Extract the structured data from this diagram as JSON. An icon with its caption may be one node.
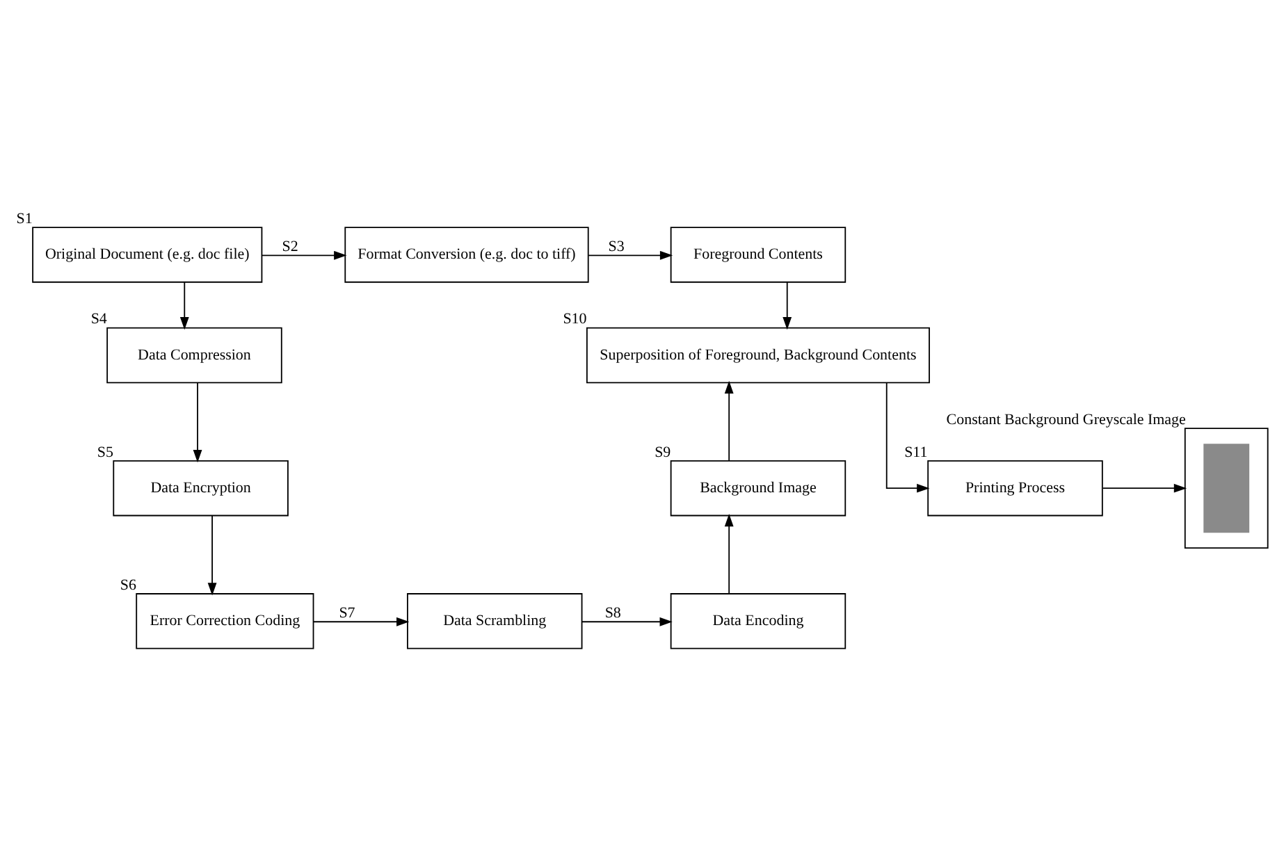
{
  "diagram": {
    "nodes": [
      {
        "text": [
          "Original Document (e.g. doc file)"
        ],
        "beside": [
          "S1"
        ]
      },
      {
        "text": [
          "Format Conversion (e.g. doc to tiff)"
        ]
      },
      {
        "text": [
          "Foreground Contents"
        ]
      },
      {
        "text": [
          "Data Compression"
        ],
        "beside": [
          "S4"
        ]
      },
      {
        "text": [
          "Data Encryption"
        ],
        "beside": [
          "S5"
        ]
      },
      {
        "text": [
          "Error Correction Coding"
        ],
        "beside": [
          "S6"
        ]
      },
      {
        "text": [
          "Data Scrambling"
        ]
      },
      {
        "text": [
          "Data Encoding"
        ]
      },
      {
        "text": [
          "Background Image"
        ],
        "beside": [
          "S9"
        ]
      },
      {
        "text": [
          "Superposition of Foreground, Background Contents"
        ],
        "beside": [
          "S10"
        ]
      },
      {
        "text": [
          "Printing Process"
        ],
        "beside": [
          "S11"
        ]
      },
      {
        "text": [],
        "shape": "picture",
        "beside": [
          "Constant Background Greyscale Image"
        ]
      }
    ],
    "edges": [
      {
        "from": 0,
        "to": 1,
        "arrow": "to",
        "label": "S2"
      },
      {
        "from": 1,
        "to": 2,
        "arrow": "to",
        "label": "S3"
      },
      {
        "from": 0,
        "to": 3,
        "arrow": "to"
      },
      {
        "from": 3,
        "to": 4,
        "arrow": "to"
      },
      {
        "from": 4,
        "to": 5,
        "arrow": "to"
      },
      {
        "from": 5,
        "to": 6,
        "arrow": "to",
        "label": "S7"
      },
      {
        "from": 6,
        "to": 7,
        "arrow": "to",
        "label": "S8"
      },
      {
        "from": 7,
        "to": 8,
        "arrow": "to"
      },
      {
        "from": 8,
        "to": 9,
        "arrow": "to"
      },
      {
        "from": 2,
        "to": 9,
        "arrow": "to"
      },
      {
        "from": 9,
        "to": 10,
        "arrow": "to"
      },
      {
        "from": 10,
        "to": 11,
        "arrow": "to"
      }
    ]
  }
}
